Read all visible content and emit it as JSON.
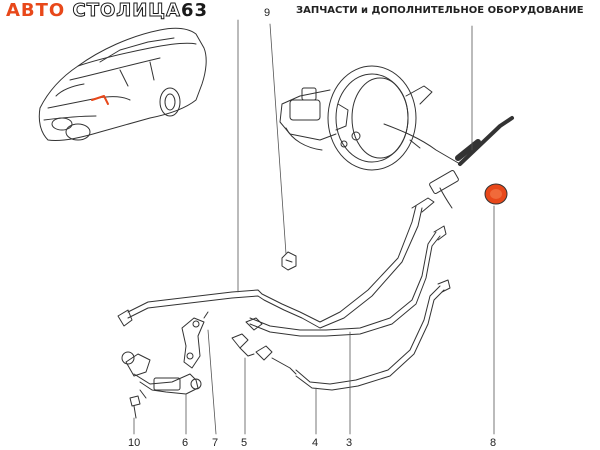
{
  "header": {
    "logo_part_a": "АВТО ",
    "logo_part_b": "СТОЛИЦА",
    "logo_part_c": "63",
    "tagline": "ЗАПЧАСТИ и ДОПОЛНИТЕЛЬНОЕ ОБОРУДОВАНИЕ"
  },
  "callouts": {
    "c9": "9",
    "c10": "10",
    "c6": "6",
    "c7": "7",
    "c5": "5",
    "c4": "4",
    "c3": "3",
    "c8": "8"
  },
  "colors": {
    "accent_part": "#e8481a",
    "line": "#333333",
    "highlight": "#e8481a"
  }
}
